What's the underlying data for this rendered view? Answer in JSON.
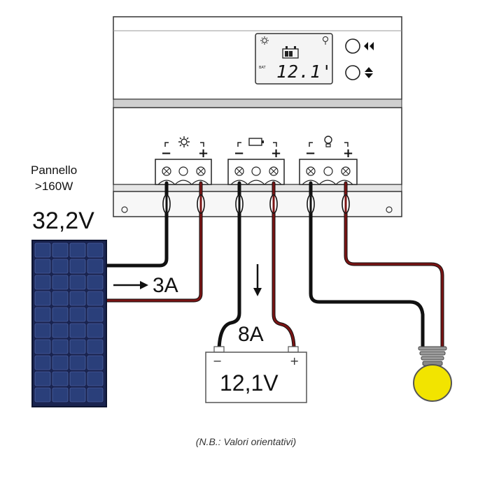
{
  "panel": {
    "label_line1": "Pannello",
    "label_line2": ">160W",
    "voltage": "32,2V",
    "current": "3A"
  },
  "battery": {
    "voltage": "12,1V",
    "current": "8A",
    "minus": "−",
    "plus": "+"
  },
  "controller": {
    "lcd_reading": "12.1'",
    "terminal_groups": [
      {
        "name": "solar",
        "icon": "sun-icon",
        "minus": "−",
        "plus": "+"
      },
      {
        "name": "battery",
        "icon": "battery-icon",
        "minus": "−",
        "plus": "+"
      },
      {
        "name": "load",
        "icon": "bulb-icon",
        "minus": "−",
        "plus": "+"
      }
    ]
  },
  "note": "(N.B.: Valori orientativi)",
  "colors": {
    "wire_black": "#111111",
    "wire_red": "#7a1414",
    "panel_cell": "#2a3f7a",
    "panel_frame": "#1a2450",
    "bulb": "#f2e400"
  }
}
